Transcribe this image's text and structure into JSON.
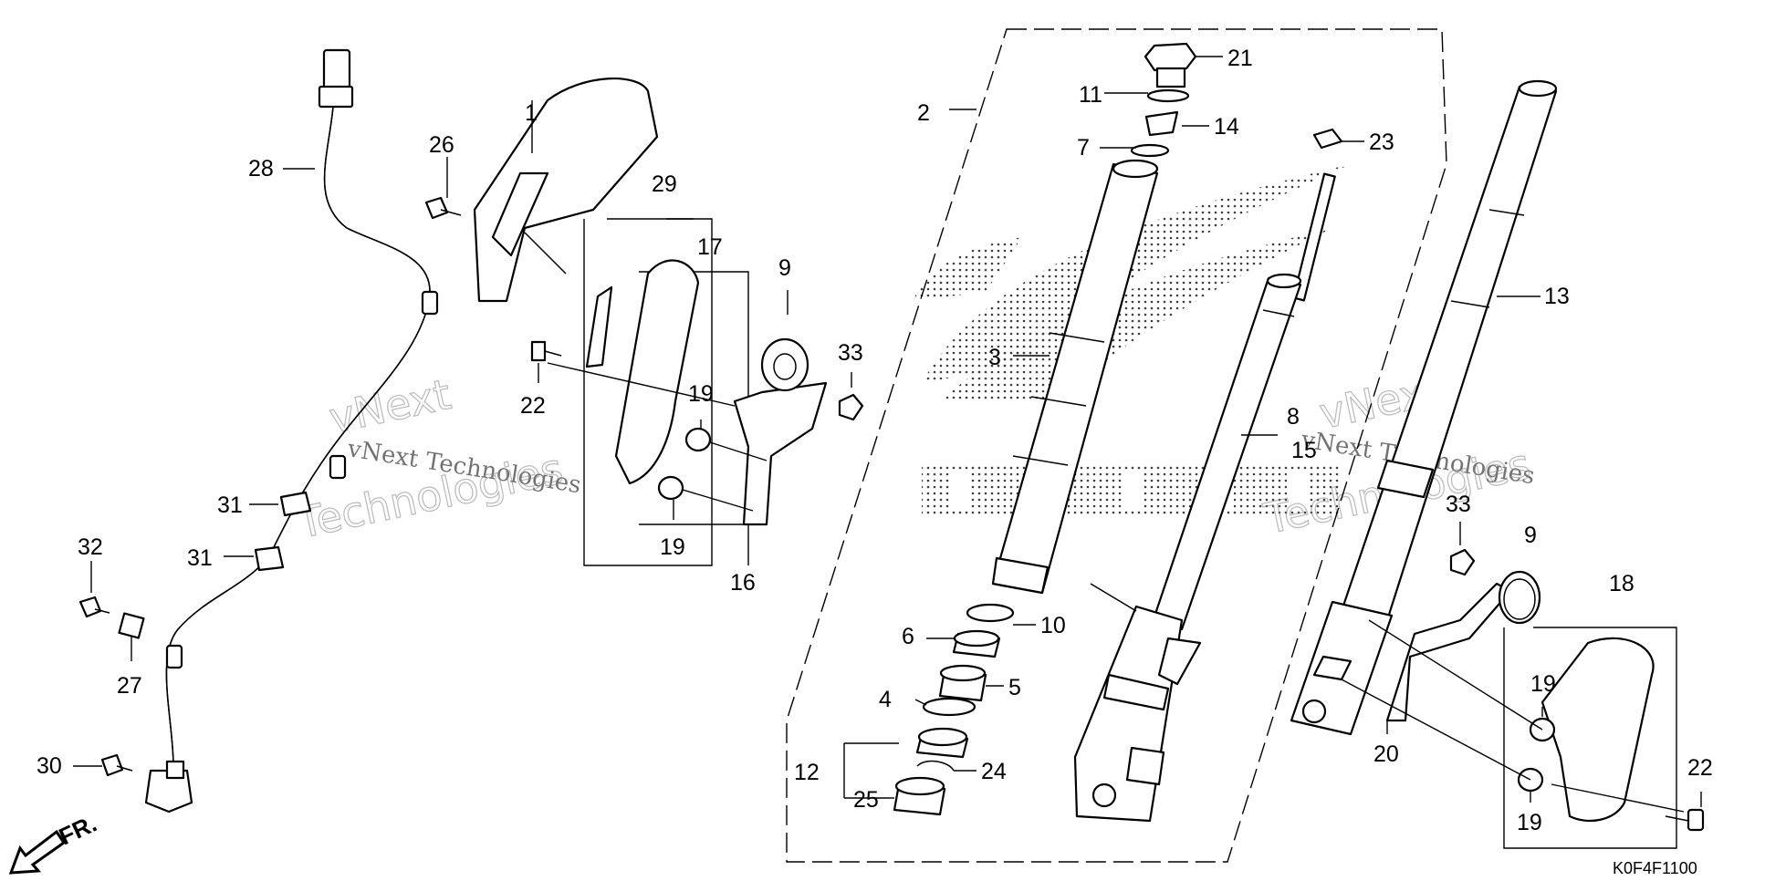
{
  "callouts": [
    "1",
    "2",
    "3",
    "4",
    "5",
    "6",
    "7",
    "8",
    "9",
    "9",
    "10",
    "11",
    "12",
    "13",
    "14",
    "15",
    "16",
    "17",
    "18",
    "19",
    "19",
    "19",
    "19",
    "20",
    "21",
    "22",
    "22",
    "23",
    "24",
    "25",
    "26",
    "27",
    "28",
    "29",
    "30",
    "31",
    "31",
    "32",
    "33",
    "33"
  ],
  "watermark": {
    "line_a": "vNext Technologies",
    "line_b": "vNext Technologies",
    "big_a": "vNext",
    "big_b": "Technologies",
    "big_c": "vNext",
    "big_d": "Technologies"
  },
  "front_marker": "FR.",
  "diagram_code": "K0F4F1100"
}
